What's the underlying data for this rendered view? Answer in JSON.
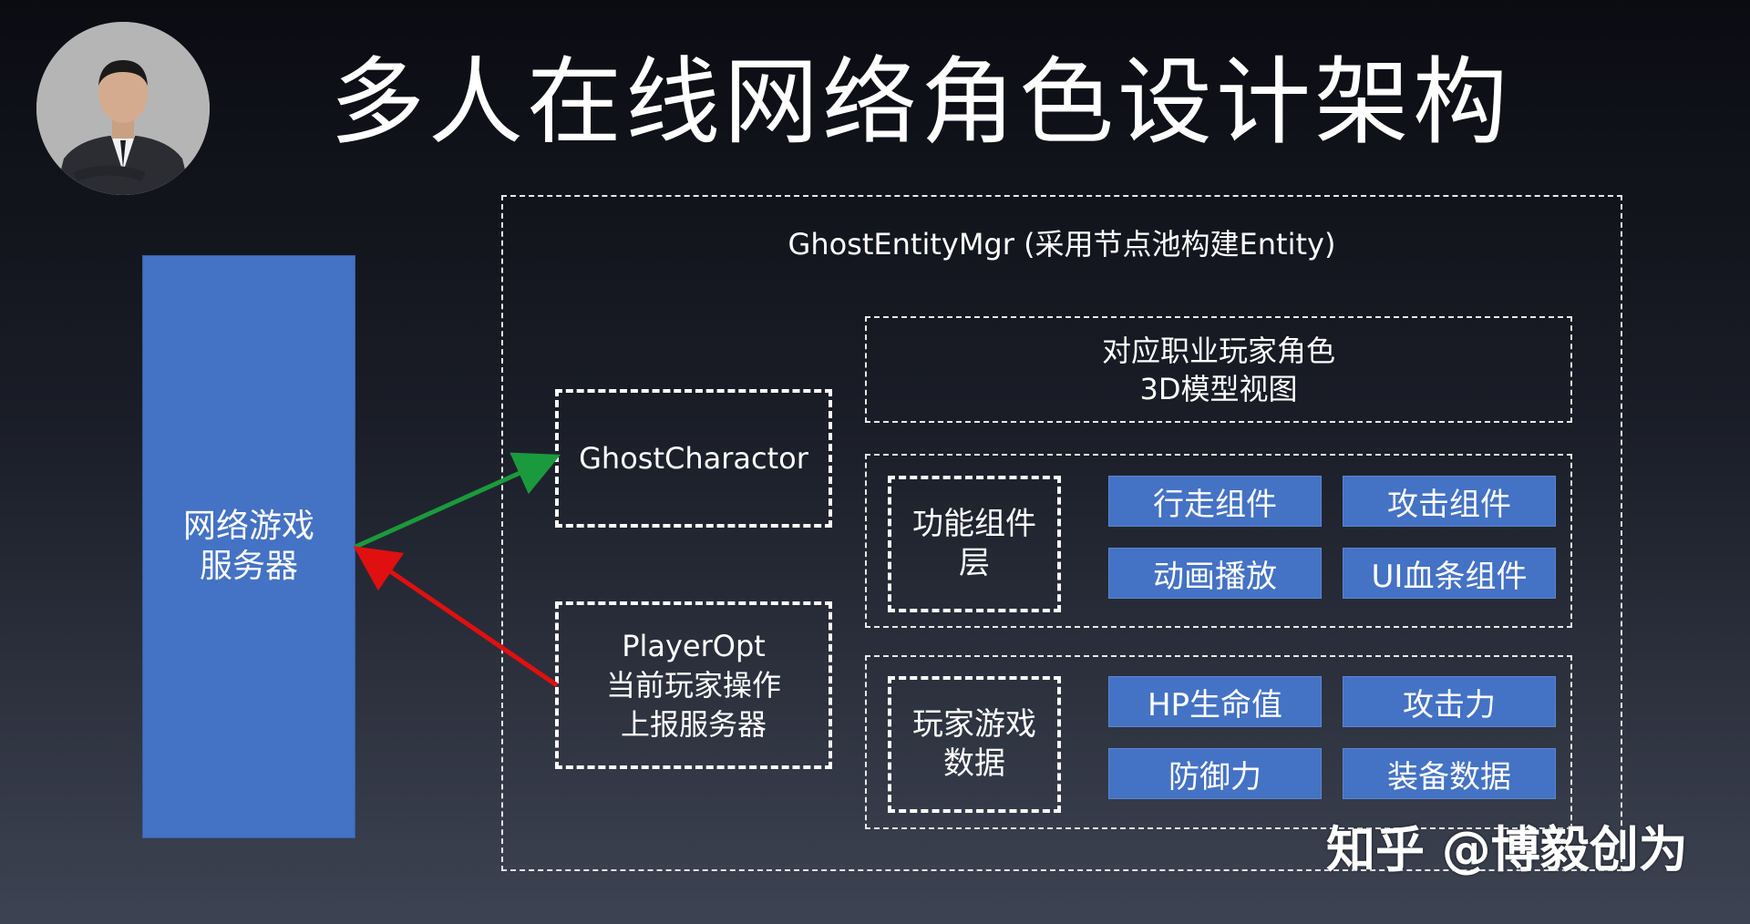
{
  "title": "多人在线网络角色设计架构",
  "server": {
    "line1": "网络游戏",
    "line2": "服务器"
  },
  "manager": {
    "label": "GhostEntityMgr (采用节点池构建Entity)"
  },
  "ghost_charactor": {
    "label": "GhostCharactor"
  },
  "player_opt": {
    "line1": "PlayerOpt",
    "line2": "当前玩家操作",
    "line3": "上报服务器"
  },
  "view_box": {
    "line1": "对应职业玩家角色",
    "line2": "3D模型视图"
  },
  "function_layer": {
    "line1": "功能组件",
    "line2": "层",
    "components": [
      "行走组件",
      "攻击组件",
      "动画播放",
      "UI血条组件"
    ]
  },
  "data_layer": {
    "line1": "玩家游戏",
    "line2": "数据",
    "fields": [
      "HP生命值",
      "攻击力",
      "防御力",
      "装备数据"
    ]
  },
  "watermark": "知乎 @博毅创为",
  "colors": {
    "block": "#4472c4",
    "arrow_to_client": "#1a9a3c",
    "arrow_to_server": "#e01010"
  },
  "icons": {
    "avatar": "presenter-photo"
  }
}
